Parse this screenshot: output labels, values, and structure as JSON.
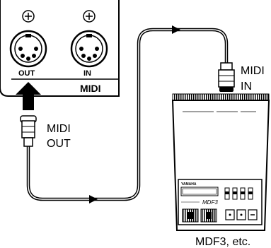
{
  "panel": {
    "port_out_label": "OUT",
    "port_in_label": "IN",
    "section_label": "MIDI"
  },
  "cable_labels": {
    "out_line1": "MIDI",
    "out_line2": "OUT",
    "in_line1": "MIDI",
    "in_line2": "IN"
  },
  "device": {
    "brand": "YAMAHA",
    "model": "MDF3",
    "caption": "MDF3, etc."
  }
}
